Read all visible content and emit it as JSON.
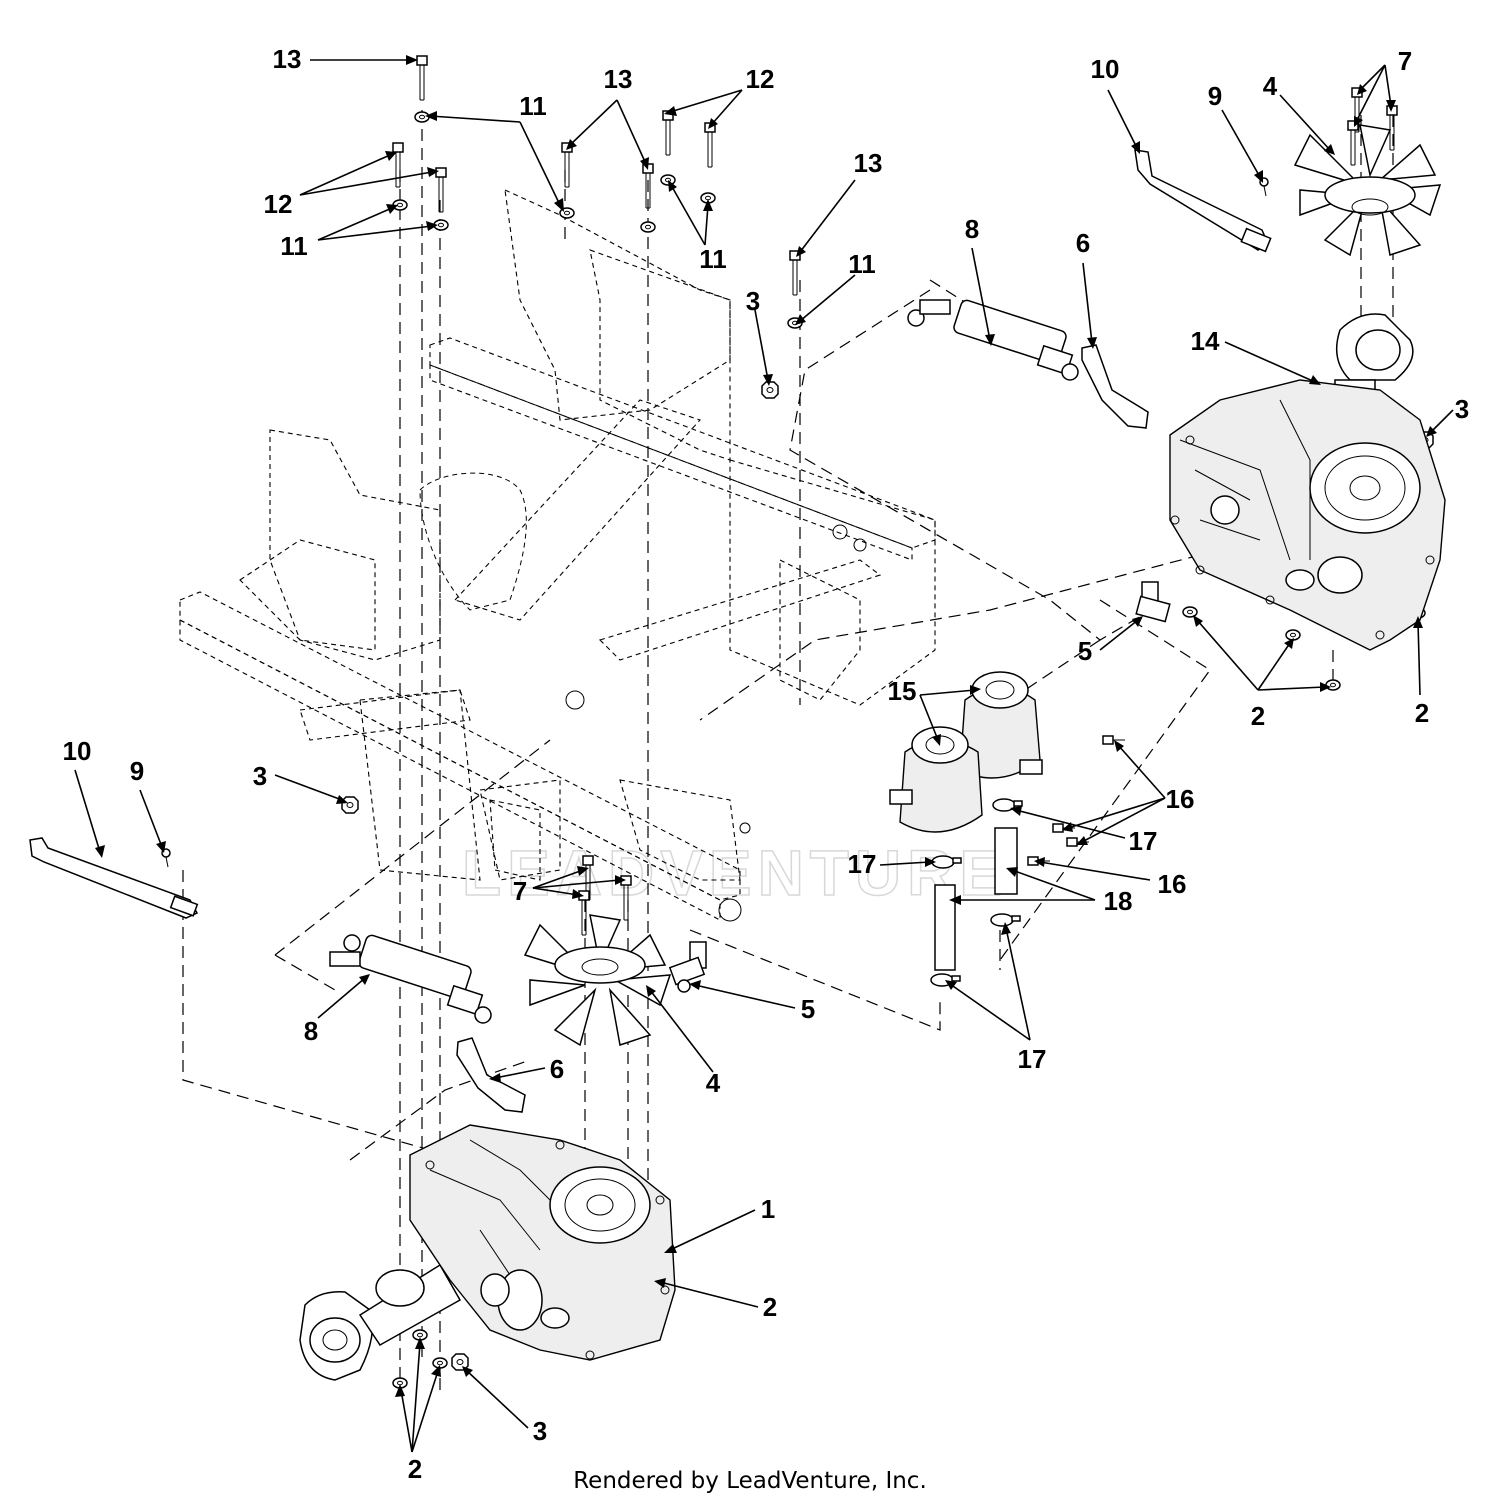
{
  "watermark": "LEADVENTURE",
  "footer": {
    "credit": "Rendered by LeadVenture, Inc."
  },
  "callouts": [
    "13",
    "11",
    "13",
    "12",
    "12",
    "11",
    "11",
    "13",
    "11",
    "10",
    "9",
    "4",
    "7",
    "8",
    "6",
    "14",
    "3",
    "3",
    "3",
    "5",
    "15",
    "16",
    "2",
    "2",
    "17",
    "17",
    "16",
    "18",
    "10",
    "9",
    "7",
    "8",
    "5",
    "4",
    "6",
    "1",
    "2",
    "3",
    "2",
    "17"
  ]
}
